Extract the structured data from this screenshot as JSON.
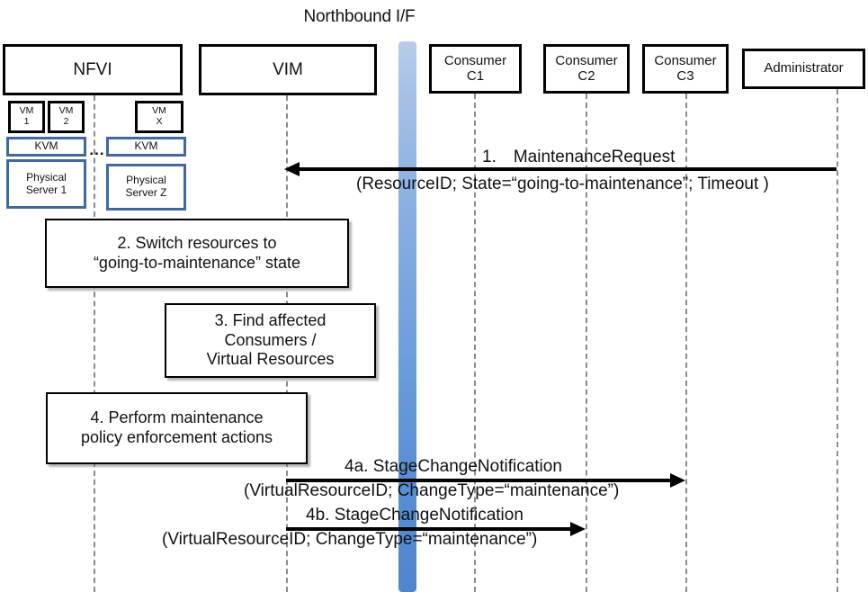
{
  "diagram": {
    "title": "Northbound I/F",
    "northbound_bar_color": "#6f9fdc",
    "block_border_color": "#41699E"
  },
  "participants": [
    {
      "name": "NFVI",
      "label": "NFVI"
    },
    {
      "name": "VIM",
      "label": "VIM"
    },
    {
      "name": "ConsumerC1",
      "line1": "Consumer",
      "line2": "C1"
    },
    {
      "name": "ConsumerC2",
      "line1": "Consumer",
      "line2": "C2"
    },
    {
      "name": "ConsumerC3",
      "line1": "Consumer",
      "line2": "C3"
    },
    {
      "name": "Administrator",
      "label": "Administrator"
    }
  ],
  "nfvi_blocks": {
    "vm1": {
      "line1": "VM",
      "line2": "1"
    },
    "vm2": {
      "line1": "VM",
      "line2": "2"
    },
    "vmx": {
      "line1": "VM",
      "line2": "X"
    },
    "kvm_left": "KVM",
    "kvm_right": "KVM",
    "server_left": {
      "line1": "Physical",
      "line2": "Server 1"
    },
    "server_right": {
      "line1": "Physical",
      "line2": "Server Z"
    },
    "ellipsis": "..."
  },
  "steps": [
    {
      "id": "step2",
      "line1": "2. Switch resources to",
      "line2": "“going-to-maintenance” state"
    },
    {
      "id": "step3",
      "line1": "3. Find affected",
      "line2": "Consumers /",
      "line3": "Virtual Resources"
    },
    {
      "id": "step4",
      "line1": "4. Perform maintenance",
      "line2": "policy enforcement actions"
    }
  ],
  "messages": [
    {
      "id": "msg1",
      "number": "1.",
      "name": "MaintenanceRequest",
      "label": "1. MaintenanceRequest",
      "params": "(ResourceID; State=“going-to-maintenance”; Timeout )",
      "from": "Administrator",
      "to": "VIM",
      "direction": "left"
    },
    {
      "id": "msg4a",
      "number": "4a.",
      "name": "StageChangeNotification",
      "label": "4a. StageChangeNotification",
      "params": "(VirtualResourceID; ChangeType=“maintenance”)",
      "from": "VIM",
      "to": "ConsumerC3",
      "direction": "right"
    },
    {
      "id": "msg4b",
      "number": "4b.",
      "name": "StageChangeNotification",
      "label": "4b. StageChangeNotification",
      "params": "(VirtualResourceID; ChangeType=“maintenance”)",
      "from": "VIM",
      "to": "ConsumerC2",
      "direction": "right"
    }
  ]
}
